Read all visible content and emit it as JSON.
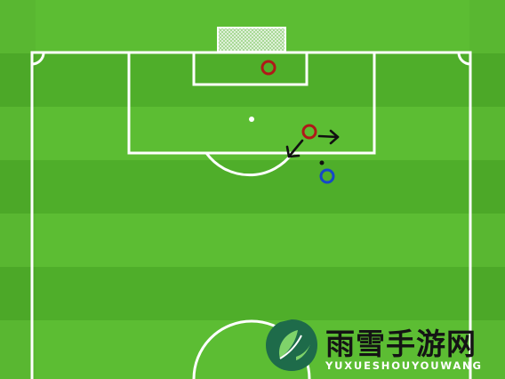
{
  "scene": {
    "type": "football-tactics-diagram",
    "pitch_colors": {
      "stripe_light": "#5cbd33",
      "stripe_dark": "#4fae2a",
      "lines": "#ffffff"
    }
  },
  "players": [
    {
      "team": "red",
      "role": "attacker-near-goal",
      "color": "#b01818"
    },
    {
      "team": "red",
      "role": "attacker-box-edge",
      "color": "#b01818"
    },
    {
      "team": "blue",
      "role": "defender",
      "color": "#1547c9"
    }
  ],
  "arrows": [
    {
      "direction": "right",
      "color": "#111111"
    },
    {
      "direction": "down-left",
      "color": "#111111"
    }
  ],
  "ball": {
    "color": "#111111"
  },
  "watermark": {
    "title_cn": "雨雪手游网",
    "subtitle": "YUXUESHOUYOUWANG",
    "colors": {
      "logo_bg": "#1e6b4a",
      "logo_leaf": "#7fd36a",
      "text": "#141414",
      "subtitle_text": "#ffffff"
    }
  }
}
